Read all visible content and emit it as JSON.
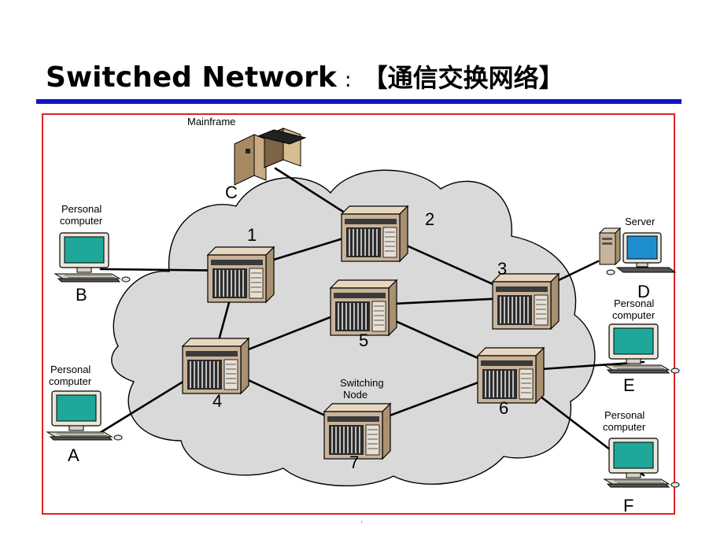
{
  "title": {
    "english": "Switched Network",
    "separator": ":",
    "chinese": "【通信交换网络】"
  },
  "colors": {
    "title_rule": "#1414c8",
    "frame_border": "#e32020",
    "cloud_fill": "#d9d9d9",
    "screen": "#1fa89a",
    "server_screen": "#1f8ed0",
    "node_body": "#c9b39a"
  },
  "nodes": [
    {
      "id": "1",
      "label": "1"
    },
    {
      "id": "2",
      "label": "2"
    },
    {
      "id": "3",
      "label": "3"
    },
    {
      "id": "4",
      "label": "4"
    },
    {
      "id": "5",
      "label": "5"
    },
    {
      "id": "6",
      "label": "6"
    },
    {
      "id": "7",
      "label": "7"
    }
  ],
  "switching_node_caption_line1": "Switching",
  "switching_node_caption_line2": "Node",
  "stations": [
    {
      "id": "A",
      "letter": "A",
      "caption1": "Personal",
      "caption2": "computer"
    },
    {
      "id": "B",
      "letter": "B",
      "caption1": "Personal",
      "caption2": "computer"
    },
    {
      "id": "C",
      "letter": "C",
      "caption1": "Mainframe",
      "caption2": ""
    },
    {
      "id": "D",
      "letter": "D",
      "caption1": "Server",
      "caption2": ""
    },
    {
      "id": "E",
      "letter": "E",
      "caption1": "Personal",
      "caption2": "computer"
    },
    {
      "id": "F",
      "letter": "F",
      "caption1": "Personal",
      "caption2": "computer"
    }
  ],
  "links": [
    [
      "C",
      "2"
    ],
    [
      "B",
      "1"
    ],
    [
      "1",
      "2"
    ],
    [
      "1",
      "4"
    ],
    [
      "2",
      "3"
    ],
    [
      "3",
      "D"
    ],
    [
      "5",
      "3"
    ],
    [
      "4",
      "5"
    ],
    [
      "5",
      "6"
    ],
    [
      "4",
      "A"
    ],
    [
      "4",
      "7"
    ],
    [
      "7",
      "6"
    ],
    [
      "6",
      "E"
    ],
    [
      "6",
      "F"
    ]
  ],
  "footer_mark": "."
}
